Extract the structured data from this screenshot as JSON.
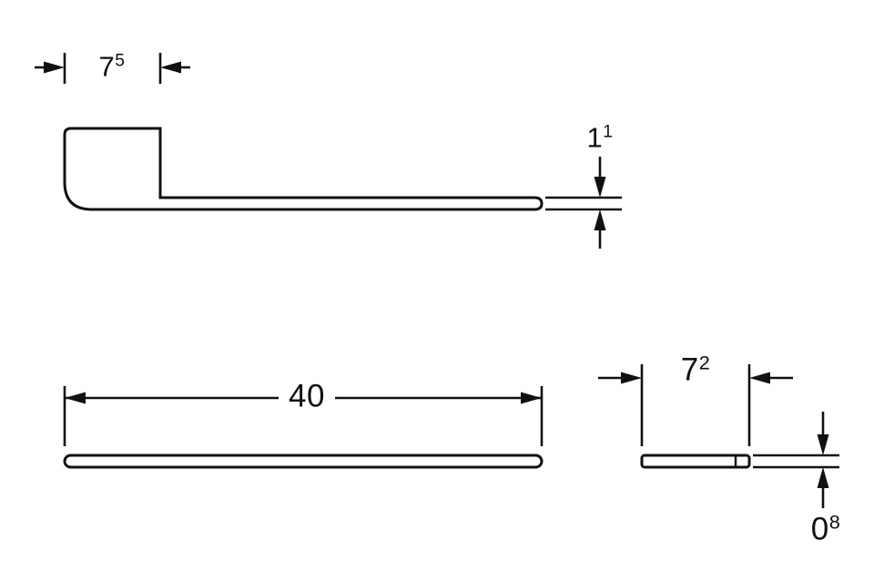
{
  "drawing": {
    "type": "technical-dimension-drawing",
    "background_color": "#ffffff",
    "line_color": "#111111"
  },
  "dimensions": {
    "side_width": {
      "value": "7",
      "sup": "5"
    },
    "side_thickness": {
      "value": "1",
      "sup": "1"
    },
    "front_length": {
      "value": "40",
      "sup": ""
    },
    "end_width": {
      "value": "7",
      "sup": "2"
    },
    "end_thickness": {
      "value": "0",
      "sup": "8"
    }
  }
}
